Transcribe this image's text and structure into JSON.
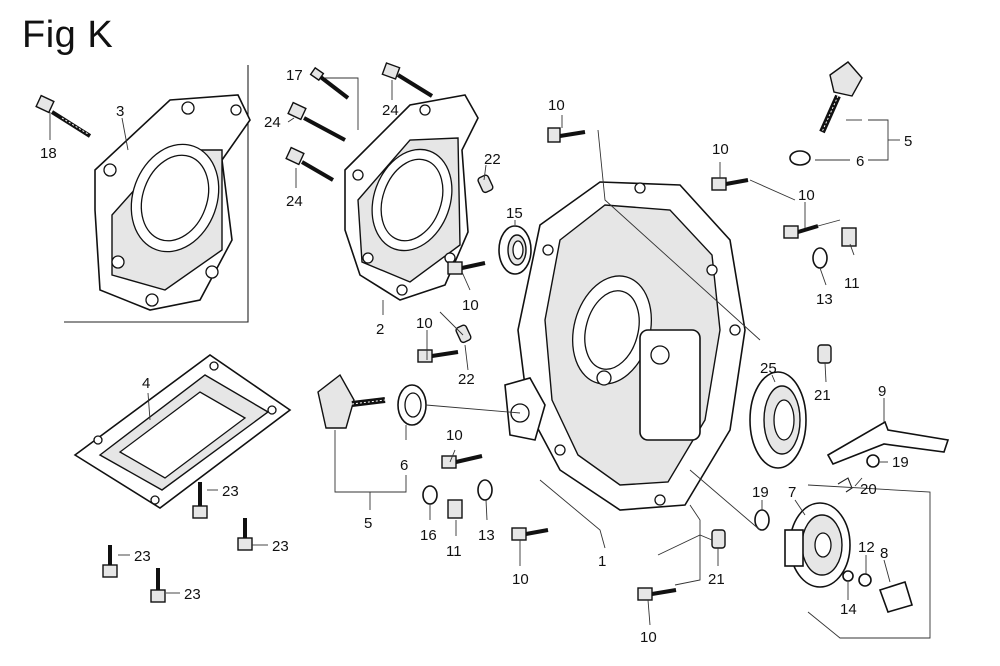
{
  "figure": {
    "title": "Fig K"
  },
  "callouts": [
    {
      "id": "c3",
      "text": "3"
    },
    {
      "id": "c18",
      "text": "18"
    },
    {
      "id": "c17",
      "text": "17"
    },
    {
      "id": "c24a",
      "text": "24"
    },
    {
      "id": "c24b",
      "text": "24"
    },
    {
      "id": "c24c",
      "text": "24"
    },
    {
      "id": "c22a",
      "text": "22"
    },
    {
      "id": "c22b",
      "text": "22"
    },
    {
      "id": "c2",
      "text": "2"
    },
    {
      "id": "c10a",
      "text": "10"
    },
    {
      "id": "c10b",
      "text": "10"
    },
    {
      "id": "c10c",
      "text": "10"
    },
    {
      "id": "c10d",
      "text": "10"
    },
    {
      "id": "c10e",
      "text": "10"
    },
    {
      "id": "c10f",
      "text": "10"
    },
    {
      "id": "c10g",
      "text": "10"
    },
    {
      "id": "c10h",
      "text": "10"
    },
    {
      "id": "c10i",
      "text": "10"
    },
    {
      "id": "c15",
      "text": "15"
    },
    {
      "id": "c5a",
      "text": "5"
    },
    {
      "id": "c6a",
      "text": "6"
    },
    {
      "id": "c11a",
      "text": "11"
    },
    {
      "id": "c13a",
      "text": "13"
    },
    {
      "id": "c21a",
      "text": "21"
    },
    {
      "id": "c25",
      "text": "25"
    },
    {
      "id": "c9",
      "text": "9"
    },
    {
      "id": "c19a",
      "text": "19"
    },
    {
      "id": "c20",
      "text": "20"
    },
    {
      "id": "c4",
      "text": "4"
    },
    {
      "id": "c23a",
      "text": "23"
    },
    {
      "id": "c23b",
      "text": "23"
    },
    {
      "id": "c23c",
      "text": "23"
    },
    {
      "id": "c23d",
      "text": "23"
    },
    {
      "id": "c6b",
      "text": "6"
    },
    {
      "id": "c5b",
      "text": "5"
    },
    {
      "id": "c16",
      "text": "16"
    },
    {
      "id": "c11b",
      "text": "11"
    },
    {
      "id": "c13b",
      "text": "13"
    },
    {
      "id": "c1",
      "text": "1"
    },
    {
      "id": "c21b",
      "text": "21"
    },
    {
      "id": "c19b",
      "text": "19"
    },
    {
      "id": "c7",
      "text": "7"
    },
    {
      "id": "c12",
      "text": "12"
    },
    {
      "id": "c8",
      "text": "8"
    },
    {
      "id": "c14",
      "text": "14"
    }
  ]
}
